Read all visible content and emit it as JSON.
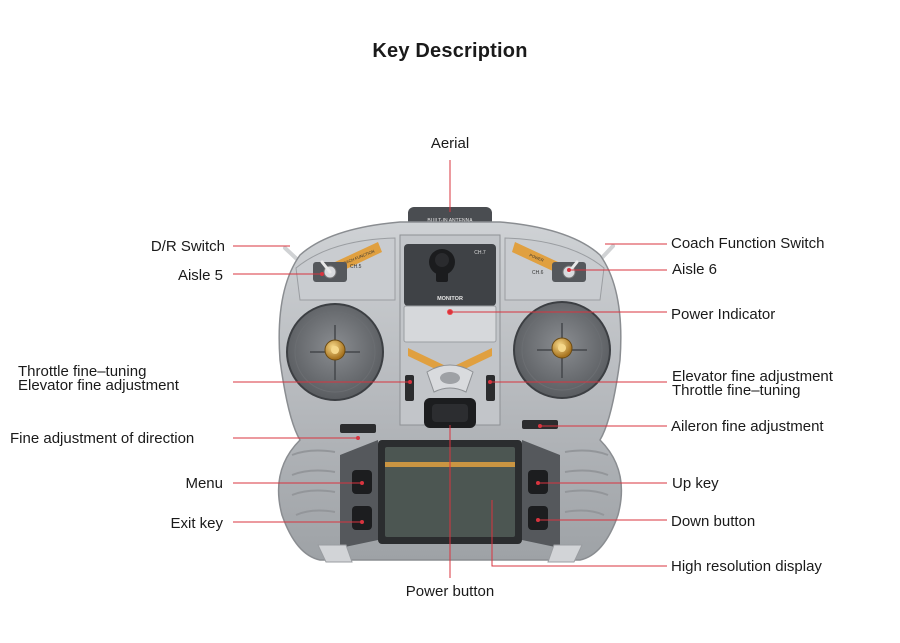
{
  "title": "Key Description",
  "device": {
    "antenna_text": "BUILT-IN ANTENNA",
    "monitor_text": "MONITOR",
    "ch5_text": "CH.5",
    "ch6_text": "CH.6",
    "ch7_text": "CH.7",
    "coach_sticker_text": "COACH FUNCTION",
    "power_sticker_text": "POWER"
  },
  "colors": {
    "leader": "#d8343f",
    "body_silver": "#b9bcc0",
    "accent_orange": "#e0a040",
    "screen": "#4c5652"
  },
  "labels": {
    "aerial": "Aerial",
    "dr_switch": "D/R Switch",
    "aisle5": "Aisle 5",
    "coach_switch": "Coach Function Switch",
    "aisle6": "Aisle 6",
    "power_indicator": "Power Indicator",
    "left_fine_1": "Throttle fine–tuning",
    "left_fine_2": "Elevator fine adjustment",
    "right_fine_1": "Elevator fine adjustment",
    "right_fine_2": "Throttle fine–tuning",
    "direction_fine": "Fine adjustment of direction",
    "aileron_fine": "Aileron fine adjustment",
    "menu": "Menu",
    "up_key": "Up key",
    "exit_key": "Exit key",
    "down_button": "Down button",
    "display": "High resolution display",
    "power_button": "Power button"
  }
}
